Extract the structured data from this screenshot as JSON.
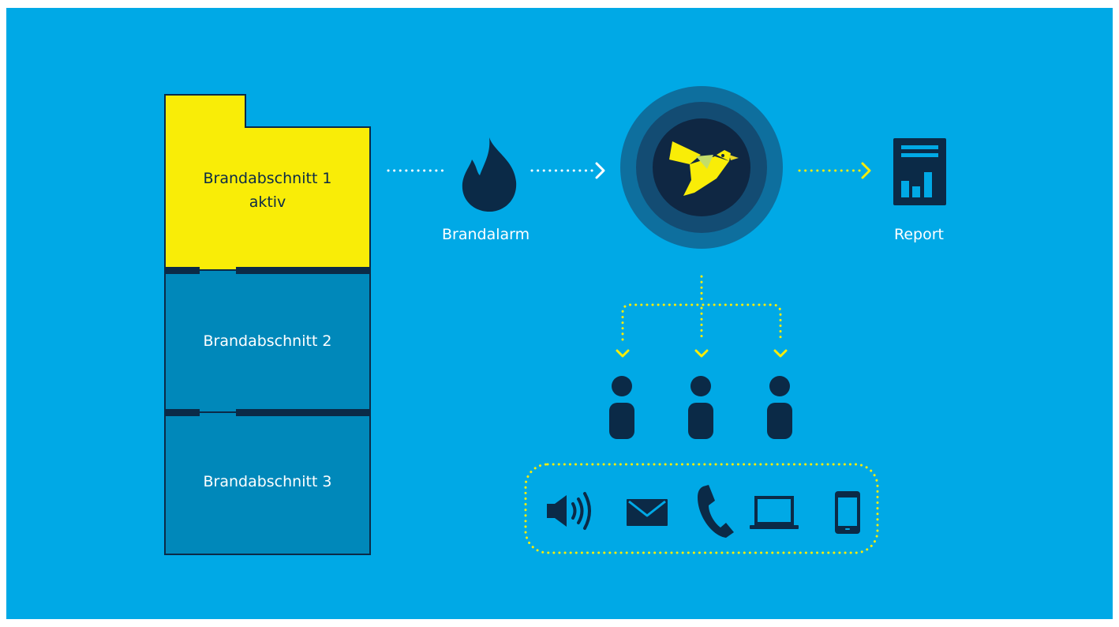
{
  "colors": {
    "background": "#00a9e6",
    "active": "#f9ed07",
    "inactive": "#0088ba",
    "dark": "#0b2a47",
    "highlight_line": "#f9ed07",
    "neutral_line": "#ffffff",
    "hub_outer": "#0e6f9e",
    "hub_mid": "#134c73",
    "hub_inner": "#0f2743",
    "light_text": "#ffffff"
  },
  "sections": [
    {
      "name": "Brandabschnitt 1",
      "status": "aktiv",
      "active": true
    },
    {
      "name": "Brandabschnitt 2",
      "status": "",
      "active": false
    },
    {
      "name": "Brandabschnitt 3",
      "status": "",
      "active": false
    }
  ],
  "trigger": {
    "label": "Brandalarm",
    "icon": "flame-icon"
  },
  "hub": {
    "icon": "bird-logo-icon"
  },
  "output": {
    "label": "Report",
    "icon": "report-document-icon"
  },
  "recipients": [
    {
      "icon": "person-icon"
    },
    {
      "icon": "person-icon"
    },
    {
      "icon": "person-icon"
    }
  ],
  "channels": [
    {
      "icon": "speaker-icon"
    },
    {
      "icon": "envelope-icon"
    },
    {
      "icon": "phone-icon"
    },
    {
      "icon": "laptop-icon"
    },
    {
      "icon": "smartphone-icon"
    }
  ]
}
